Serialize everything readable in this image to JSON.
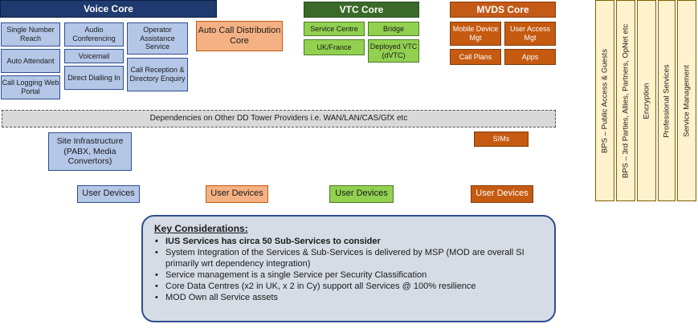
{
  "voice": {
    "header": "Voice Core",
    "single_number_reach": "Single Number Reach",
    "auto_attendant": "Auto Attendant",
    "call_logging": "Call Logging Web Portal",
    "audio_conferencing": "Audio Conferencing",
    "voicemail": "Voicemail",
    "direct_dialling": "Direct Dialling In",
    "operator_assistance": "Operator Assistance Service",
    "call_reception": "Call Reception & Directory Enquiry",
    "site_infrastructure": "Site Infrastructure (PABX, Media Convertors)",
    "user_devices": "User Devices"
  },
  "acd": {
    "label": "Auto Call Distribution Core",
    "user_devices": "User Devices"
  },
  "vtc": {
    "header": "VTC Core",
    "service_centre": "Service Centre",
    "bridge": "Bridge",
    "uk_france": "UK/France",
    "deployed_vtc": "Deployed VTC (dVTC)",
    "user_devices": "User Devices"
  },
  "mvds": {
    "header": "MVDS Core",
    "mobile_device_mgt": "Mobile Device Mgt",
    "user_access_mgt": "User Access Mgt",
    "call_plans": "Call Plans",
    "apps": "Apps",
    "sims": "SIMs",
    "user_devices": "User Devices"
  },
  "dependencies": "Dependencies on Other DD Tower Providers i.e. WAN/LAN/CAS/GfX etc",
  "columns": [
    "BPS – Public Access & Guests",
    "BPS – 3rd Parties, Allies, Partners, OpNet etc",
    "Encryption",
    "Professional Services",
    "Service Management"
  ],
  "key_considerations": {
    "title": "Key Considerations:",
    "items": [
      "IUS Services has circa 50 Sub-Services to consider",
      "System Integration of the Services & Sub-Services is delivered by MSP (MOD are overall SI primarily wrt dependency integration)",
      "Service management is a single Service per Security Classification",
      "Core Data Centres (x2 in UK, x 2 in Cy) support all Services @ 100% resilience",
      "MOD Own all Service assets"
    ]
  },
  "colors": {
    "voice_header": "#1f3a6e",
    "voice_box": "#b4c7e7",
    "acd_box": "#f4b183",
    "vtc_header": "#3a6a2a",
    "vtc_box": "#92d050",
    "mvds_header": "#c35a16",
    "mvds_box": "#c55a11",
    "column_fill": "#fff2cc",
    "considerations_fill": "#d6dce5"
  }
}
